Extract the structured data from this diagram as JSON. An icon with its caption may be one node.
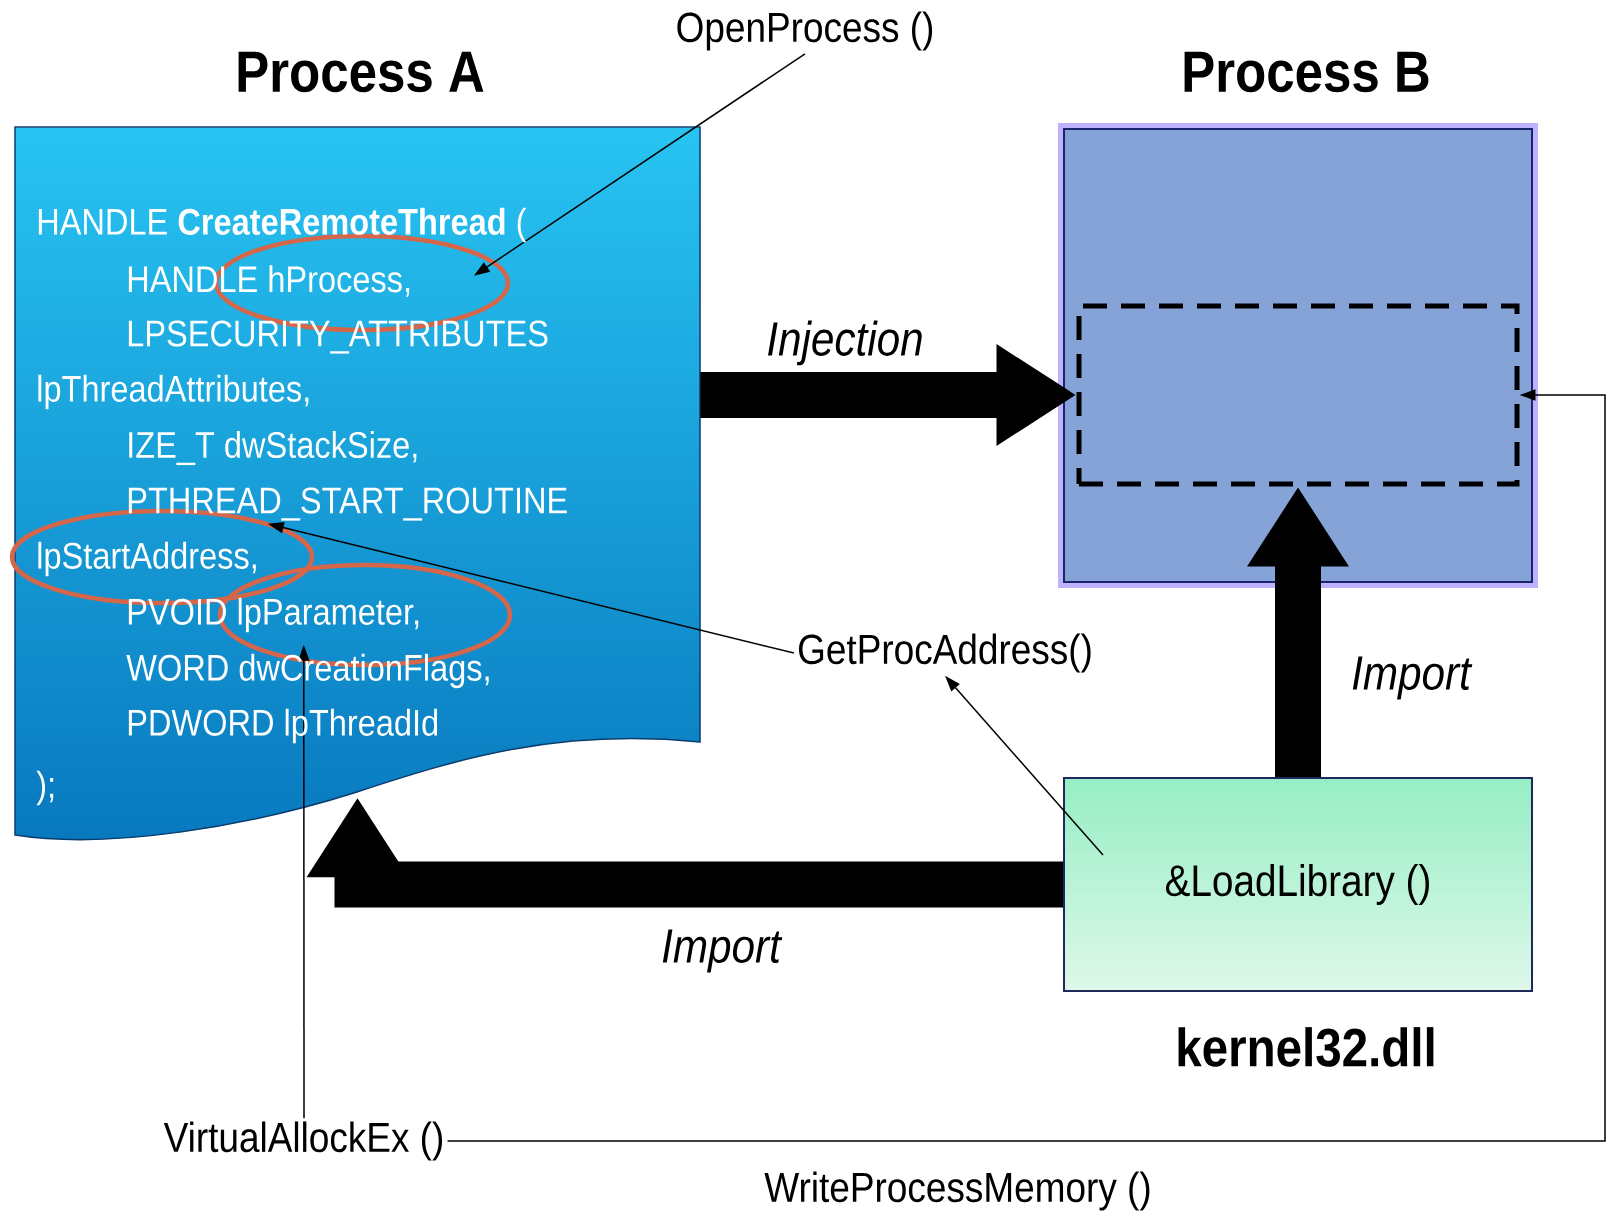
{
  "diagram": {
    "nodes": [
      {
        "text": [
          "Process A",
          "HANDLE **CreateRemoteThread** (",
          "HANDLE hProcess,",
          "LPSECURITY_ATTRIBUTES",
          "lpThreadAttributes,",
          "IZE_T dwStackSize,",
          "PTHREAD_START_ROUTINE",
          "lpStartAddress,",
          "PVOID lpParameter,",
          "WORD dwCreationFlags,",
          "PDWORD lpThreadId",
          ");"
        ]
      },
      {
        "text": [
          "Process B"
        ]
      },
      {
        "text": [],
        "shape": "box",
        "in": 1
      },
      {
        "text": [
          "&LoadLibrary ()",
          "kernel32.dll"
        ]
      },
      {
        "text": [
          "OpenProcess ()"
        ]
      },
      {
        "text": [
          "GetProcAddress()"
        ]
      },
      {
        "text": [
          "VirtualAllockEx ()"
        ]
      }
    ],
    "edges": [
      {
        "from": 0,
        "to": 2,
        "arrow": "to",
        "label": "Injection",
        "style": "thick"
      },
      {
        "from": 3,
        "to": 2,
        "arrow": "to",
        "label": "Import",
        "style": "thick"
      },
      {
        "from": 3,
        "to": 0,
        "arrow": "to",
        "label": "Import",
        "style": "thick"
      },
      {
        "from": 4,
        "to": 0,
        "arrow": "to"
      },
      {
        "from": 5,
        "to": 0,
        "arrow": "to"
      },
      {
        "from": 3,
        "to": 5,
        "arrow": "to"
      },
      {
        "from": 6,
        "to": 0,
        "arrow": "to"
      },
      {
        "from": 6,
        "to": 2,
        "arrow": "to",
        "label": "WriteProcessMemory ()"
      }
    ]
  }
}
